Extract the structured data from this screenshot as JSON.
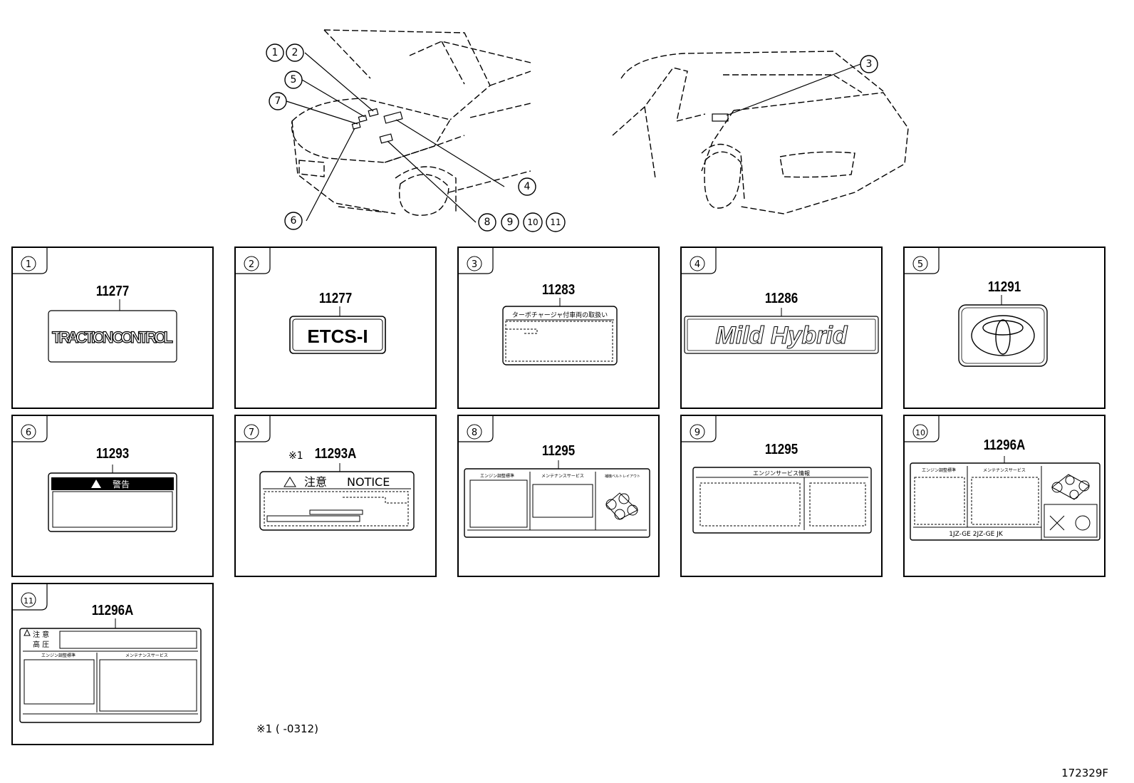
{
  "callouts": {
    "c1": "1",
    "c2": "2",
    "c3": "3",
    "c4": "4",
    "c5": "5",
    "c6": "6",
    "c7": "7",
    "c8": "8",
    "c9": "9",
    "c10": "10",
    "c11": "11"
  },
  "panels": [
    {
      "index": "1",
      "part": "11277",
      "label": "TRACTION CONTROL"
    },
    {
      "index": "2",
      "part": "11277",
      "label": "ETCS-I"
    },
    {
      "index": "3",
      "part": "11283",
      "label": "ターボチャージャ付車両の取扱い"
    },
    {
      "index": "4",
      "part": "11286",
      "label": "Mild Hybrid"
    },
    {
      "index": "5",
      "part": "11291",
      "label": "toyota-emblem"
    },
    {
      "index": "6",
      "part": "11293",
      "label": "警告"
    },
    {
      "index": "7",
      "part": "11293A",
      "prefix": "※1",
      "label": "注意",
      "label2": "NOTICE"
    },
    {
      "index": "8",
      "part": "11295",
      "col1": "エンジン調整標準",
      "col2": "メンテナンスサービス",
      "col3": "補機ベルトレイアウト"
    },
    {
      "index": "9",
      "part": "11295",
      "header": "エンジンサービス情報"
    },
    {
      "index": "10",
      "part": "11296A",
      "col1": "エンジン調整標準",
      "col2": "メンテナンスサービス",
      "footer": "1JZ-GE  2JZ-GE  JK"
    },
    {
      "index": "11",
      "part": "11296A",
      "warn1": "注 意",
      "warn2": "高 圧",
      "col1": "エンジン調整標準",
      "col2": "メンテナンスサービス"
    }
  ],
  "footnote": "※1 (      -0312)",
  "figure_id": "172329F"
}
